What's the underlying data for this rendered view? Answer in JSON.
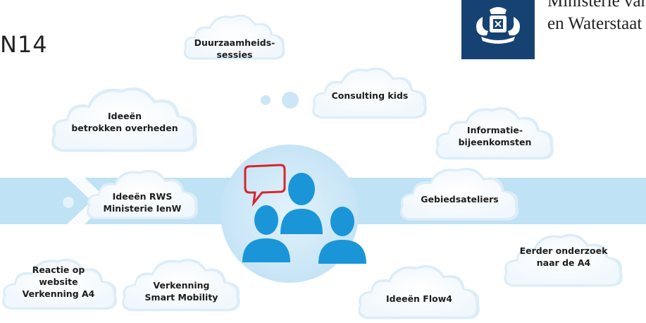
{
  "header": {
    "title": "N14",
    "ministry_lines": [
      "Ministerie van Infrastructuur",
      "en Waterstaat"
    ]
  },
  "bubbles": [
    {
      "name": "duurzaamheidssessies",
      "lines": [
        "Duurzaamheids-",
        "sessies"
      ]
    },
    {
      "name": "consulting-kids",
      "lines": [
        "Consulting kids"
      ]
    },
    {
      "name": "ideeen-betrokken-overheden",
      "lines": [
        "Ideeën",
        "betrokken overheden"
      ]
    },
    {
      "name": "informatiebijeenkomsten",
      "lines": [
        "Informatie-",
        "bijeenkomsten"
      ]
    },
    {
      "name": "ideeen-rws-ministerie",
      "lines": [
        "Ideeën RWS",
        "Ministerie IenW"
      ]
    },
    {
      "name": "gebiedsateliers",
      "lines": [
        "Gebiedsateliers"
      ]
    },
    {
      "name": "eerder-onderzoek",
      "lines": [
        "Eerder onderzoek",
        "naar de A4"
      ]
    },
    {
      "name": "reactie-op-website",
      "lines": [
        "Reactie op",
        "website",
        "Verkenning A4"
      ]
    },
    {
      "name": "verkenning-smart-mobility",
      "lines": [
        "Verkenning",
        "Smart Mobility"
      ]
    },
    {
      "name": "ideeen-flow4",
      "lines": [
        "Ideeën Flow4"
      ]
    }
  ],
  "colors": {
    "band": "#bfe2f4",
    "cloud": "#e3f2fb",
    "cloud_shadow": "#cde6f5",
    "circle": "#cfe8f7",
    "people": "#1a96d8",
    "speech_bubble": "#d7262b",
    "logo_bg": "#154273"
  }
}
